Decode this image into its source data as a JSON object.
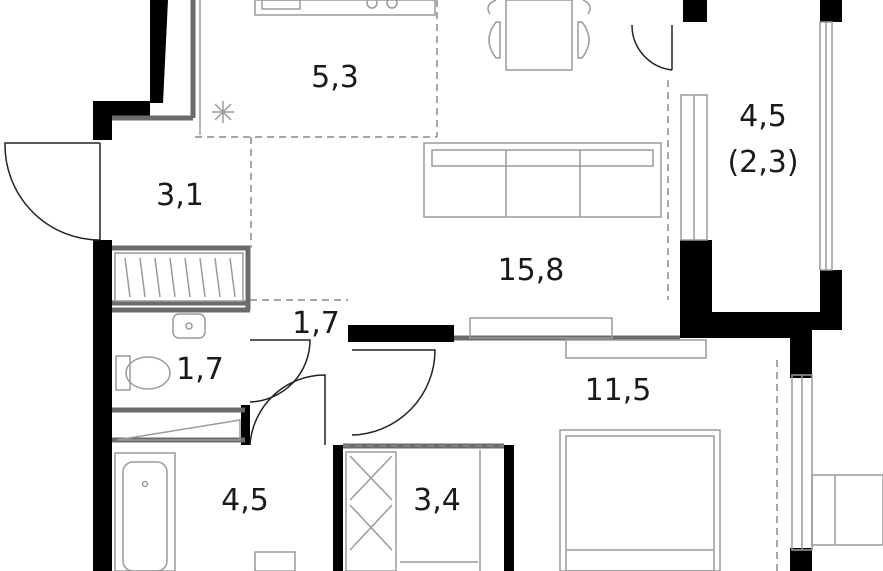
{
  "rooms": [
    {
      "id": "kitchen",
      "area": "5,3"
    },
    {
      "id": "hall",
      "area": "3,1"
    },
    {
      "id": "living",
      "area": "15,8"
    },
    {
      "id": "balcony",
      "area": "4,5",
      "reduced": "(2,3)"
    },
    {
      "id": "corridor",
      "area": "1,7"
    },
    {
      "id": "wc",
      "area": "1,7"
    },
    {
      "id": "bedroom",
      "area": "11,5"
    },
    {
      "id": "bathroom",
      "area": "4,5"
    },
    {
      "id": "wardrobe",
      "area": "3,4"
    }
  ],
  "colors": {
    "wall": "#000000",
    "partition": "#6b6b6b",
    "furniture": "#9a9a9a",
    "text": "#1a1a1a"
  }
}
